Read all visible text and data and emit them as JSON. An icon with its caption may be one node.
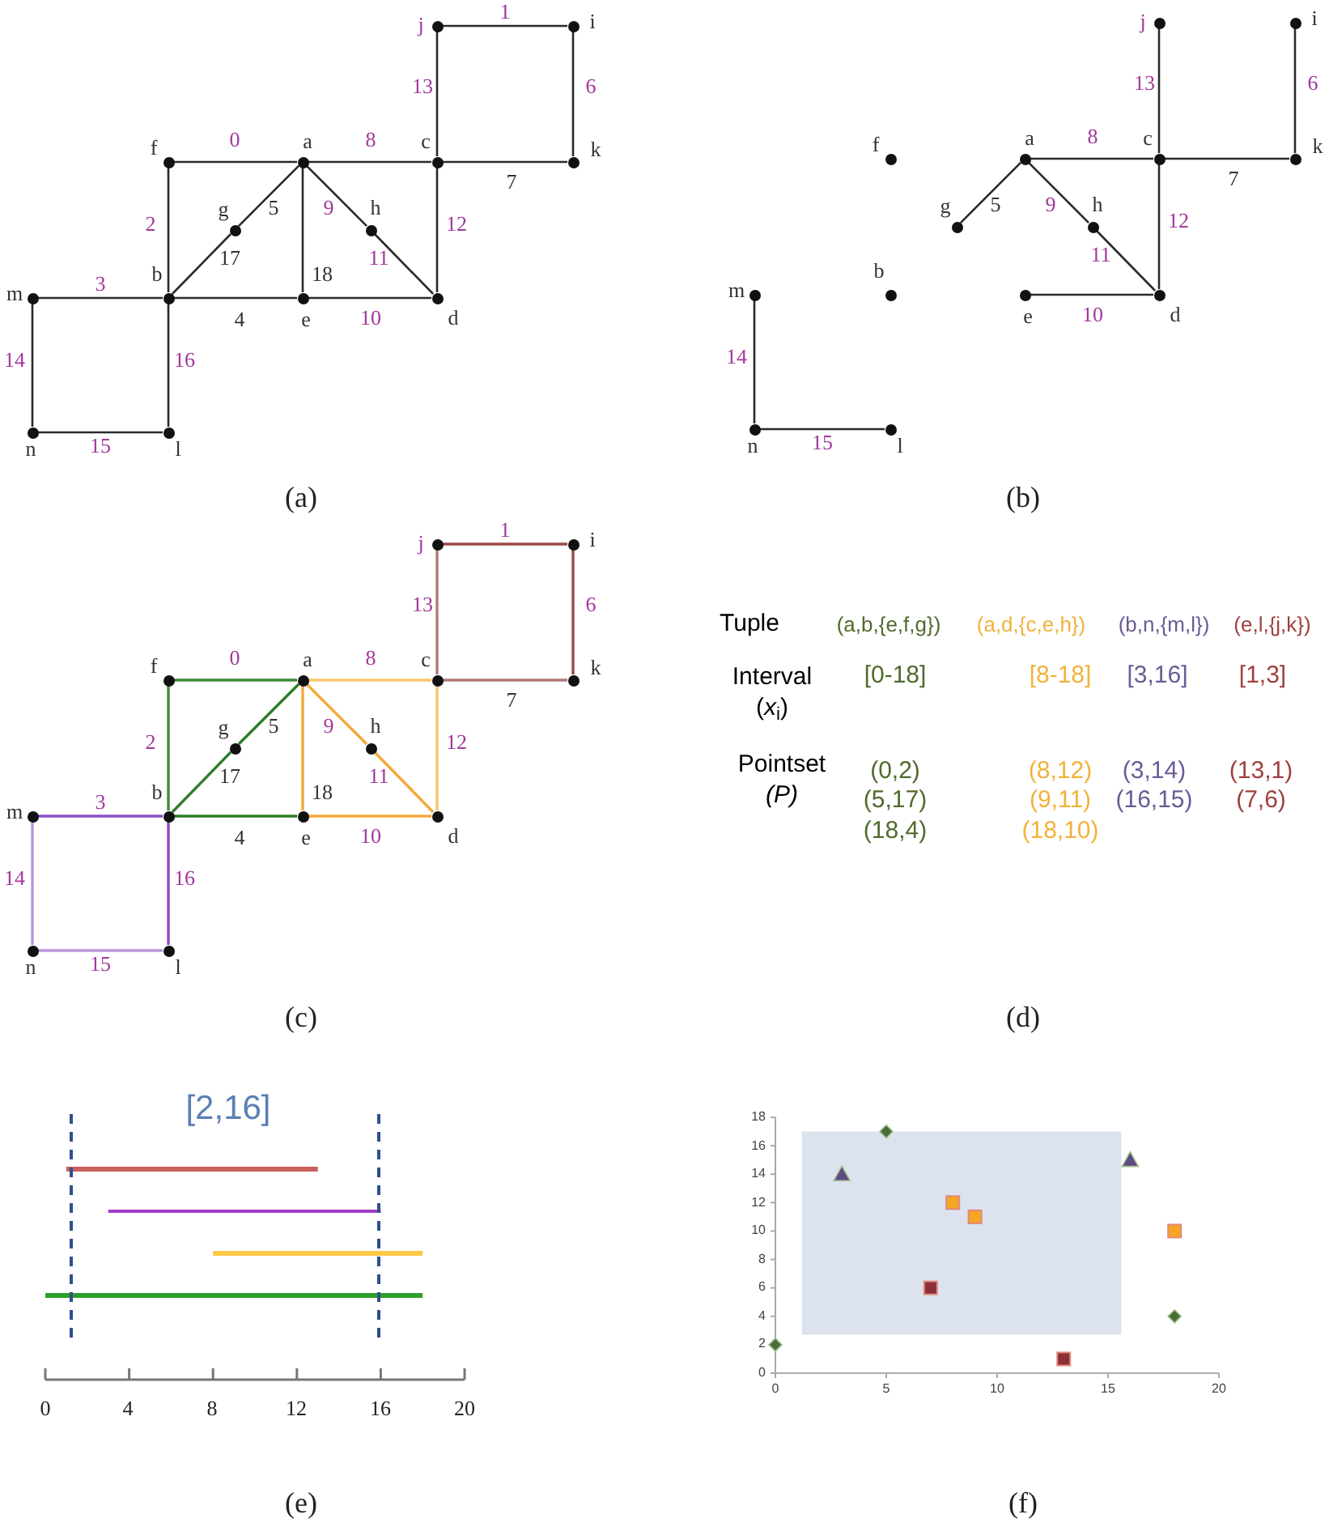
{
  "diagram": {
    "nodes": [
      {
        "text": [
          "j"
        ]
      },
      {
        "text": [
          "i"
        ]
      },
      {
        "text": [
          "f"
        ]
      },
      {
        "text": [
          "a"
        ]
      },
      {
        "text": [
          "c"
        ]
      },
      {
        "text": [
          "k"
        ]
      },
      {
        "text": [
          "g"
        ]
      },
      {
        "text": [
          "h"
        ]
      },
      {
        "text": [
          "m"
        ]
      },
      {
        "text": [
          "b"
        ]
      },
      {
        "text": [
          "e"
        ]
      },
      {
        "text": [
          "d"
        ]
      },
      {
        "text": [
          "n"
        ]
      },
      {
        "text": [
          "l"
        ]
      },
      {
        "text": [
          "j"
        ]
      },
      {
        "text": [
          "i"
        ]
      },
      {
        "text": [
          "f"
        ]
      },
      {
        "text": [
          "a"
        ]
      },
      {
        "text": [
          "c"
        ]
      },
      {
        "text": [
          "k"
        ]
      },
      {
        "text": [
          "g"
        ]
      },
      {
        "text": [
          "h"
        ]
      },
      {
        "text": [
          "m"
        ]
      },
      {
        "text": [
          "b"
        ]
      },
      {
        "text": [
          "e"
        ]
      },
      {
        "text": [
          "d"
        ]
      },
      {
        "text": [
          "n"
        ]
      },
      {
        "text": [
          "l"
        ]
      },
      {
        "text": [
          "j"
        ]
      },
      {
        "text": [
          "i"
        ]
      },
      {
        "text": [
          "f"
        ]
      },
      {
        "text": [
          "a"
        ]
      },
      {
        "text": [
          "c"
        ]
      },
      {
        "text": [
          "k"
        ]
      },
      {
        "text": [
          "g"
        ]
      },
      {
        "text": [
          "h"
        ]
      },
      {
        "text": [
          "m"
        ]
      },
      {
        "text": [
          "b"
        ]
      },
      {
        "text": [
          "e"
        ]
      },
      {
        "text": [
          "d"
        ]
      },
      {
        "text": [
          "n"
        ]
      },
      {
        "text": [
          "l"
        ]
      }
    ],
    "edges": [
      {
        "from": 2,
        "to": 3,
        "arrow": "none",
        "label": "0"
      },
      {
        "from": 0,
        "to": 1,
        "arrow": "none",
        "label": "1"
      },
      {
        "from": 2,
        "to": 9,
        "arrow": "none",
        "label": "2"
      },
      {
        "from": 8,
        "to": 9,
        "arrow": "none",
        "label": "3"
      },
      {
        "from": 9,
        "to": 10,
        "arrow": "none",
        "label": "4"
      },
      {
        "from": 3,
        "to": 6,
        "arrow": "none",
        "label": "5"
      },
      {
        "from": 1,
        "to": 5,
        "arrow": "none",
        "label": "6"
      },
      {
        "from": 4,
        "to": 5,
        "arrow": "none",
        "label": "7"
      },
      {
        "from": 3,
        "to": 4,
        "arrow": "none",
        "label": "8"
      },
      {
        "from": 3,
        "to": 7,
        "arrow": "none",
        "label": "9"
      },
      {
        "from": 10,
        "to": 11,
        "arrow": "none",
        "label": "10"
      },
      {
        "from": 7,
        "to": 11,
        "arrow": "none",
        "label": "11"
      },
      {
        "from": 4,
        "to": 11,
        "arrow": "none",
        "label": "12"
      },
      {
        "from": 0,
        "to": 4,
        "arrow": "none",
        "label": "13"
      },
      {
        "from": 8,
        "to": 12,
        "arrow": "none",
        "label": "14"
      },
      {
        "from": 12,
        "to": 13,
        "arrow": "none",
        "label": "15"
      },
      {
        "from": 9,
        "to": 13,
        "arrow": "none",
        "label": "16"
      },
      {
        "from": 6,
        "to": 9,
        "arrow": "none",
        "label": "17"
      },
      {
        "from": 3,
        "to": 10,
        "arrow": "none",
        "label": "18"
      },
      {
        "from": 17,
        "to": 20,
        "arrow": "none",
        "label": "5"
      },
      {
        "from": 15,
        "to": 19,
        "arrow": "none",
        "label": "6"
      },
      {
        "from": 18,
        "to": 19,
        "arrow": "none",
        "label": "7"
      },
      {
        "from": 17,
        "to": 18,
        "arrow": "none",
        "label": "8"
      },
      {
        "from": 17,
        "to": 21,
        "arrow": "none",
        "label": "9"
      },
      {
        "from": 24,
        "to": 25,
        "arrow": "none",
        "label": "10"
      },
      {
        "from": 21,
        "to": 25,
        "arrow": "none",
        "label": "11"
      },
      {
        "from": 18,
        "to": 25,
        "arrow": "none",
        "label": "12"
      },
      {
        "from": 14,
        "to": 18,
        "arrow": "none",
        "label": "13"
      },
      {
        "from": 22,
        "to": 26,
        "arrow": "none",
        "label": "14"
      },
      {
        "from": 26,
        "to": 27,
        "arrow": "none",
        "label": "15"
      },
      {
        "from": 30,
        "to": 31,
        "arrow": "none",
        "label": "0",
        "color": "#3f8a3a"
      },
      {
        "from": 28,
        "to": 29,
        "arrow": "none",
        "label": "1",
        "color": "#9c4a47"
      },
      {
        "from": 30,
        "to": 37,
        "arrow": "none",
        "label": "2",
        "color": "#3f8a3a"
      },
      {
        "from": 36,
        "to": 37,
        "arrow": "none",
        "label": "3",
        "color": "#8d4cc4"
      },
      {
        "from": 37,
        "to": 38,
        "arrow": "none",
        "label": "4",
        "color": "#2f7d2a"
      },
      {
        "from": 31,
        "to": 34,
        "arrow": "none",
        "label": "5",
        "color": "#2f7d2a"
      },
      {
        "from": 29,
        "to": 33,
        "arrow": "none",
        "label": "6",
        "color": "#9c4a47"
      },
      {
        "from": 32,
        "to": 33,
        "arrow": "none",
        "label": "7",
        "color": "#b07a78"
      },
      {
        "from": 31,
        "to": 32,
        "arrow": "none",
        "label": "8",
        "color": "#f7c66d"
      },
      {
        "from": 31,
        "to": 35,
        "arrow": "none",
        "label": "9",
        "color": "#f2a93b"
      },
      {
        "from": 38,
        "to": 39,
        "arrow": "none",
        "label": "10",
        "color": "#f2a93b"
      },
      {
        "from": 35,
        "to": 39,
        "arrow": "none",
        "label": "11",
        "color": "#f2a93b"
      },
      {
        "from": 32,
        "to": 39,
        "arrow": "none",
        "label": "12",
        "color": "#f7c66d"
      },
      {
        "from": 28,
        "to": 32,
        "arrow": "none",
        "label": "13",
        "color": "#b07a78"
      },
      {
        "from": 36,
        "to": 40,
        "arrow": "none",
        "label": "14",
        "color": "#b896dc"
      },
      {
        "from": 40,
        "to": 41,
        "arrow": "none",
        "label": "15",
        "color": "#b896dc"
      },
      {
        "from": 37,
        "to": 41,
        "arrow": "none",
        "label": "16",
        "color": "#8d4cc4"
      },
      {
        "from": 34,
        "to": 37,
        "arrow": "none",
        "label": "17",
        "color": "#2f7d2a"
      },
      {
        "from": 31,
        "to": 38,
        "arrow": "none",
        "label": "18",
        "color": "#f2a93b"
      }
    ],
    "labels": [
      "(a)",
      "(b)",
      "Tuple",
      "(a,b,{e,f,g})",
      "(a,d,{c,e,h})",
      "(b,n,{m,l})",
      "(e,l,{j,k})",
      "Interval (*x*$_{i}$)",
      "[0-18]",
      "[8-18]",
      "[3,16]",
      "[1,3]",
      "Pointset *(P)*",
      "(0,2)",
      "(8,12)",
      "(3,14)",
      "(13,1)",
      "(5,17)",
      "(9,11)",
      "(16,15)",
      "(7,6)",
      "(18,4)",
      "(18,10)",
      "(c)",
      "(d)",
      "[2,16]",
      "0",
      "4",
      "8",
      "12",
      "16",
      "20",
      "(e)",
      "(f)"
    ],
    "chart_data": {
      "type": "scatter",
      "x": [
        0,
        3,
        5,
        7,
        8,
        9,
        13,
        16,
        18
      ],
      "series": [
        {
          "color": "#4a6b3a",
          "values": [
            2,
            null,
            17,
            null,
            null,
            null,
            null,
            null,
            4
          ]
        },
        {
          "color": "#f5a623",
          "values": [
            null,
            null,
            null,
            null,
            12,
            11,
            null,
            null,
            10
          ]
        },
        {
          "color": "#5d4a86",
          "values": [
            null,
            14,
            null,
            null,
            null,
            null,
            null,
            15,
            null
          ]
        },
        {
          "color": "#8b2f3a",
          "values": [
            null,
            null,
            null,
            6,
            null,
            null,
            1,
            null,
            null
          ]
        }
      ],
      "xlim": [
        0,
        20
      ],
      "ylim": [
        0,
        18
      ],
      "xticks": [
        0,
        5,
        10,
        15,
        20
      ],
      "yticks": [
        0,
        2,
        4,
        6,
        8,
        10,
        12,
        14,
        16,
        18
      ]
    }
  }
}
